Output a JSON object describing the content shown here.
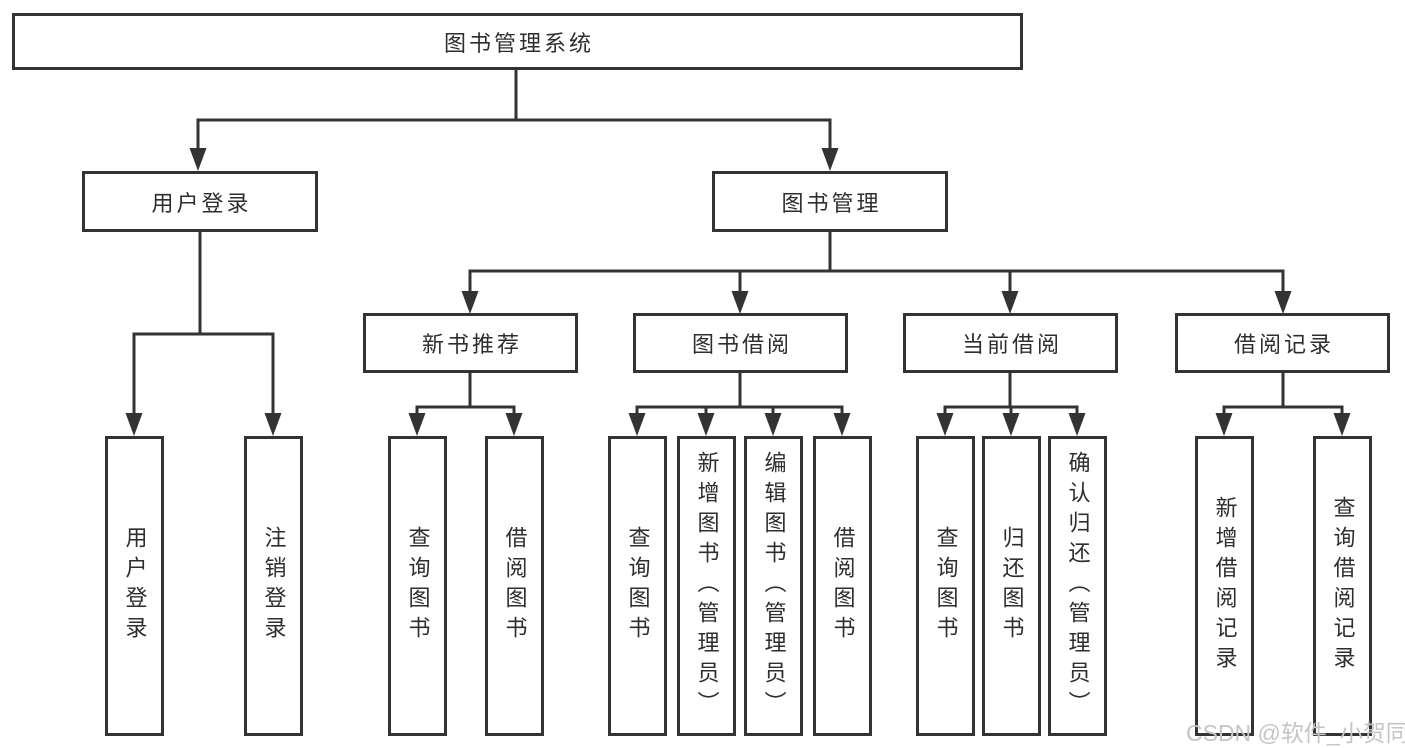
{
  "colors": {
    "line": "#333333",
    "text": "#2e2e2e",
    "background": "#ffffff",
    "watermark": "#c5c5c5"
  },
  "diagram": {
    "type": "hierarchy-tree",
    "title": "图书管理系统",
    "level2": [
      {
        "label": "用户登录"
      },
      {
        "label": "图书管理"
      }
    ],
    "level3": [
      {
        "label": "新书推荐"
      },
      {
        "label": "图书借阅"
      },
      {
        "label": "当前借阅"
      },
      {
        "label": "借阅记录"
      }
    ],
    "leaves": {
      "user_login": [
        "用户登录",
        "注销登录"
      ],
      "new_book_recommend": [
        "查询图书",
        "借阅图书"
      ],
      "book_borrow": [
        "查询图书",
        "新增图书（管理员）",
        "编辑图书（管理员）",
        "借阅图书"
      ],
      "current_borrow": [
        "查询图书",
        "归还图书",
        "确认归还（管理员）"
      ],
      "borrow_records": [
        "新增借阅记录",
        "查询借阅记录"
      ]
    }
  },
  "watermark": {
    "text": "CSDN @软件_小贺同学"
  }
}
